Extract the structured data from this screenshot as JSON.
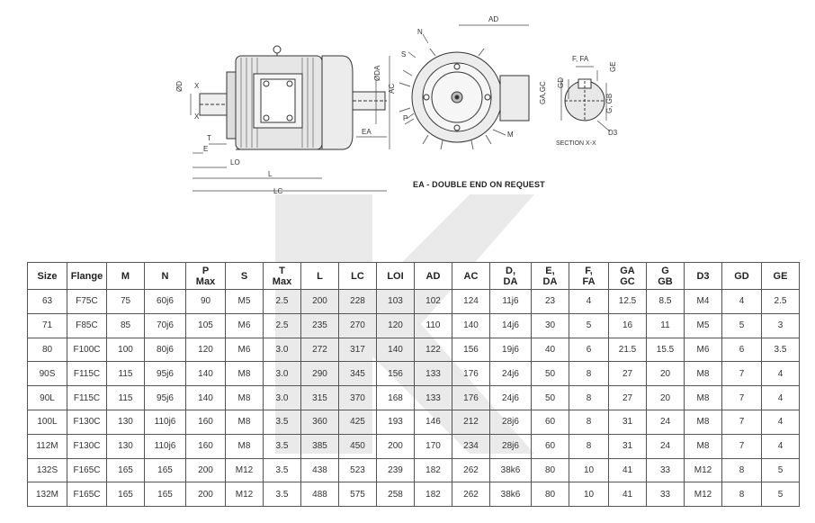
{
  "drawing": {
    "labels": {
      "od": "ØD",
      "x_top": "X",
      "x_bottom": "X",
      "t": "T",
      "e": "E",
      "lo": "LO",
      "l": "L",
      "lc": "LC",
      "ea": "EA",
      "oda": "ØDA",
      "ac": "AC",
      "ad": "AD",
      "n": "N",
      "s": "S",
      "p": "P",
      "m": "M",
      "f_fa": "F, FA",
      "ge": "GE",
      "gd": "GD",
      "ga_gc": "GA,GC",
      "g_gb": "G, GB",
      "d3": "D3"
    },
    "note": "EA - DOUBLE END ON REQUEST",
    "section_label": "SECTION X-X"
  },
  "table": {
    "headers": [
      [
        "Size"
      ],
      [
        "Flange"
      ],
      [
        "M"
      ],
      [
        "N"
      ],
      [
        "P",
        "Max"
      ],
      [
        "S"
      ],
      [
        "T",
        "Max"
      ],
      [
        "L"
      ],
      [
        "LC"
      ],
      [
        "LOI"
      ],
      [
        "AD"
      ],
      [
        "AC"
      ],
      [
        "D,",
        "DA"
      ],
      [
        "E,",
        "DA"
      ],
      [
        "F,",
        "FA"
      ],
      [
        "GA",
        "GC"
      ],
      [
        "G",
        "GB"
      ],
      [
        "D3"
      ],
      [
        "GD"
      ],
      [
        "GE"
      ]
    ],
    "rows": [
      [
        "63",
        "F75C",
        "75",
        "60j6",
        "90",
        "M5",
        "2.5",
        "200",
        "228",
        "103",
        "102",
        "124",
        "11j6",
        "23",
        "4",
        "12.5",
        "8.5",
        "M4",
        "4",
        "2.5"
      ],
      [
        "71",
        "F85C",
        "85",
        "70j6",
        "105",
        "M6",
        "2.5",
        "235",
        "270",
        "120",
        "110",
        "140",
        "14j6",
        "30",
        "5",
        "16",
        "11",
        "M5",
        "5",
        "3"
      ],
      [
        "80",
        "F100C",
        "100",
        "80j6",
        "120",
        "M6",
        "3.0",
        "272",
        "317",
        "140",
        "122",
        "156",
        "19j6",
        "40",
        "6",
        "21.5",
        "15.5",
        "M6",
        "6",
        "3.5"
      ],
      [
        "90S",
        "F115C",
        "115",
        "95j6",
        "140",
        "M8",
        "3.0",
        "290",
        "345",
        "156",
        "133",
        "176",
        "24j6",
        "50",
        "8",
        "27",
        "20",
        "M8",
        "7",
        "4"
      ],
      [
        "90L",
        "F115C",
        "115",
        "95j6",
        "140",
        "M8",
        "3.0",
        "315",
        "370",
        "168",
        "133",
        "176",
        "24j6",
        "50",
        "8",
        "27",
        "20",
        "M8",
        "7",
        "4"
      ],
      [
        "100L",
        "F130C",
        "130",
        "110j6",
        "160",
        "M8",
        "3.5",
        "360",
        "425",
        "193",
        "146",
        "212",
        "28j6",
        "60",
        "8",
        "31",
        "24",
        "M8",
        "7",
        "4"
      ],
      [
        "112M",
        "F130C",
        "130",
        "110j6",
        "160",
        "M8",
        "3.5",
        "385",
        "450",
        "200",
        "170",
        "234",
        "28j6",
        "60",
        "8",
        "31",
        "24",
        "M8",
        "7",
        "4"
      ],
      [
        "132S",
        "F165C",
        "165",
        "165",
        "200",
        "M12",
        "3.5",
        "438",
        "523",
        "239",
        "182",
        "262",
        "38k6",
        "80",
        "10",
        "41",
        "33",
        "M12",
        "8",
        "5"
      ],
      [
        "132M",
        "F165C",
        "165",
        "165",
        "200",
        "M12",
        "3.5",
        "488",
        "575",
        "258",
        "182",
        "262",
        "38k6",
        "80",
        "10",
        "41",
        "33",
        "M12",
        "8",
        "5"
      ]
    ]
  }
}
